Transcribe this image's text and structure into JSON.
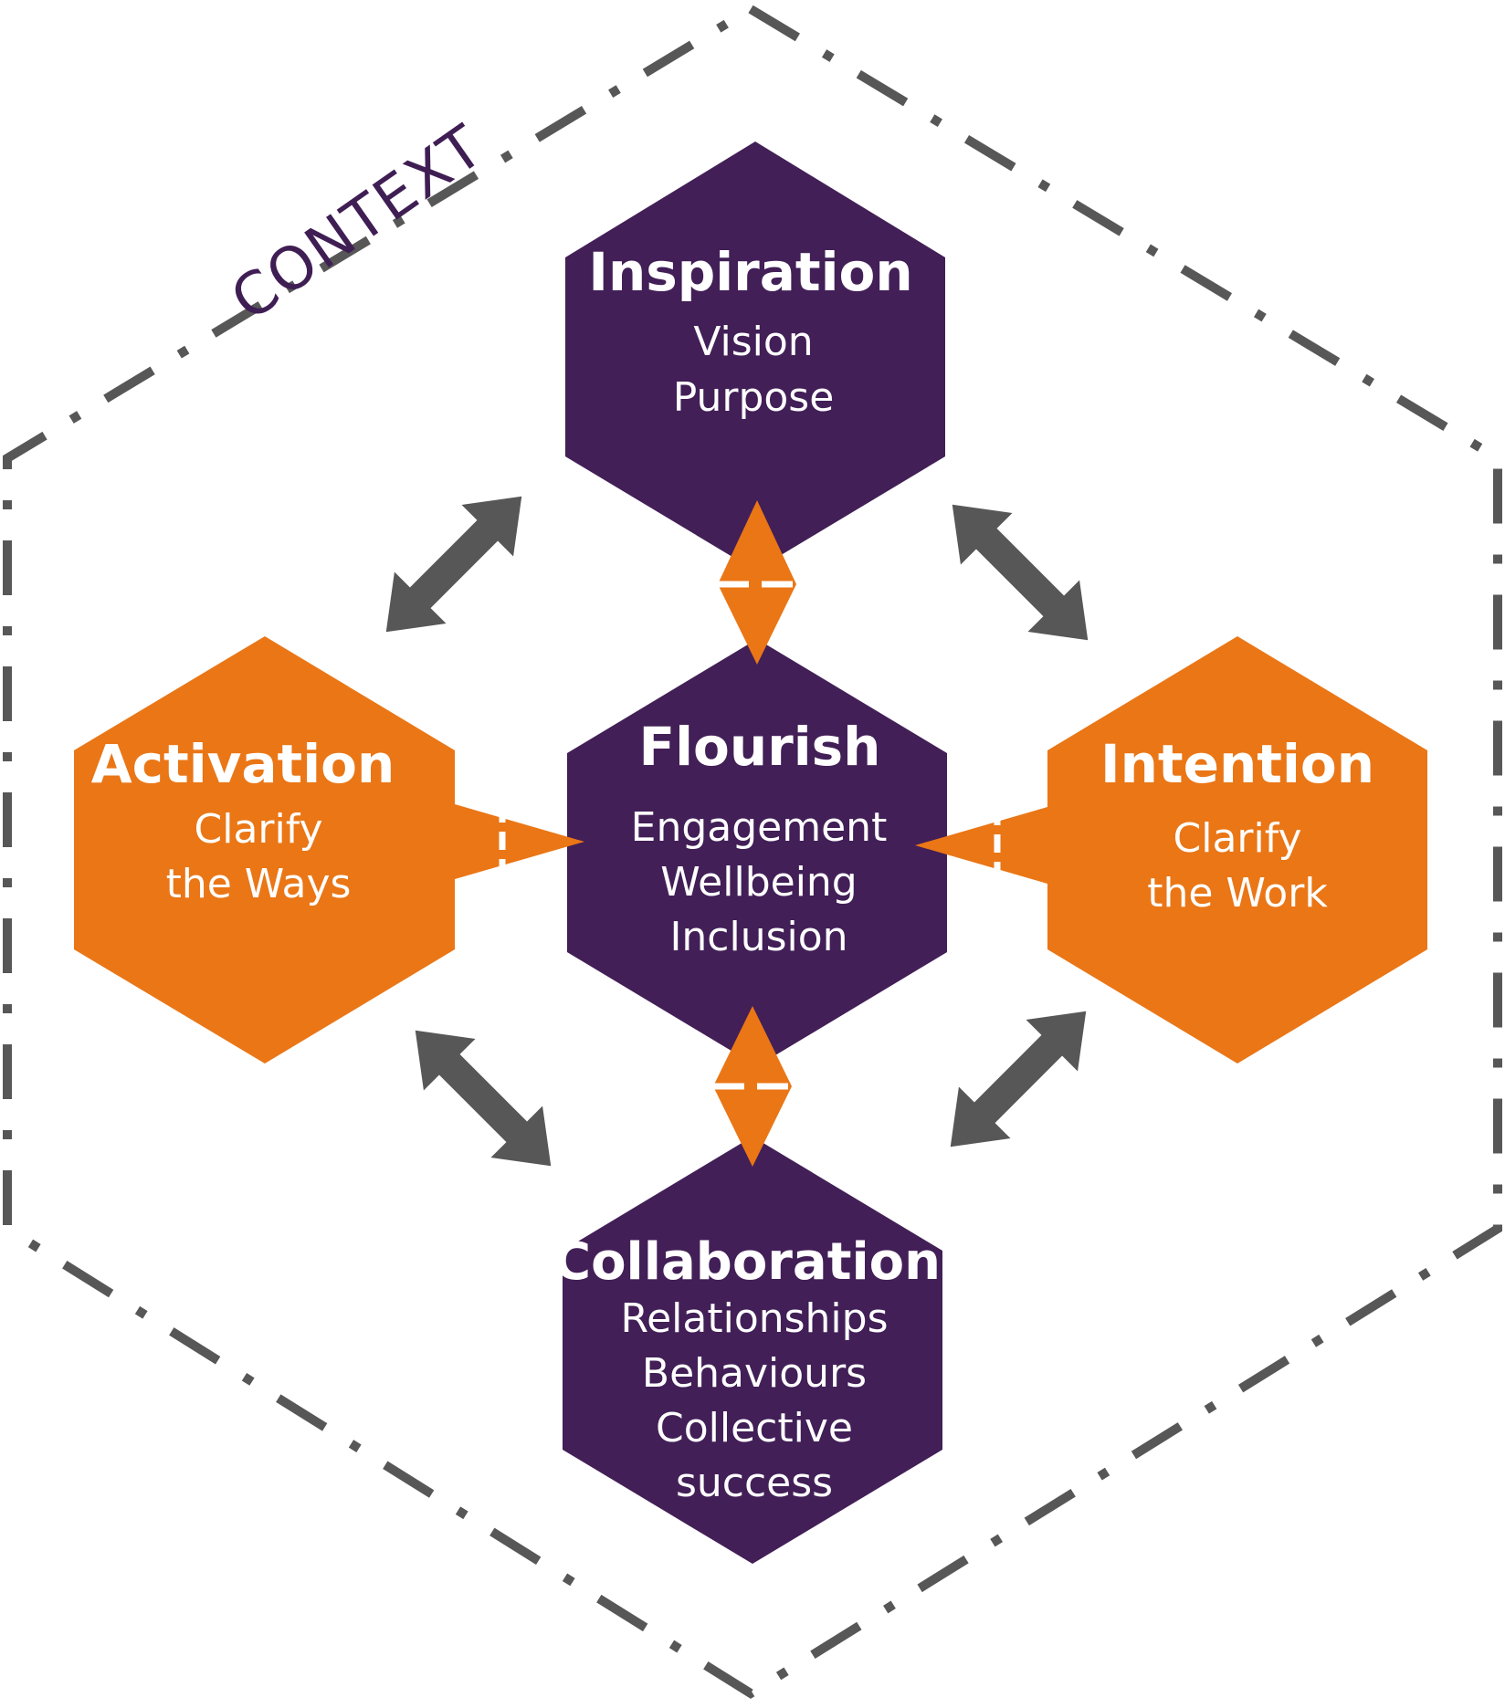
{
  "context_label": "CONTEXT",
  "colors": {
    "purple": "#421f57",
    "orange": "#ea7616",
    "gray": "#575757",
    "text_light": "#ffffff",
    "context_text": "#3f1e54"
  },
  "hexagons": {
    "inspiration": {
      "title": "Inspiration",
      "lines": [
        "Vision",
        "Purpose"
      ]
    },
    "flourish": {
      "title": "Flourish",
      "lines": [
        "Engagement",
        "Wellbeing",
        "Inclusion"
      ]
    },
    "activation": {
      "title": "Activation",
      "lines": [
        "Clarify",
        "the Ways"
      ]
    },
    "intention": {
      "title": "Intention",
      "lines": [
        "Clarify",
        "the Work"
      ]
    },
    "collaboration": {
      "title": "Collaboration",
      "lines": [
        "Relationships",
        "Behaviours",
        "Collective",
        "success"
      ]
    }
  }
}
